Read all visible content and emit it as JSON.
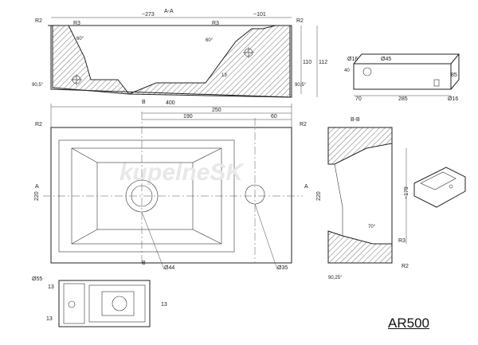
{
  "model": "AR500",
  "watermark": "kupelneSK",
  "section_aa": {
    "title": "A-A",
    "dims": {
      "r_left": "R2",
      "r3_left": "R3",
      "len_273": "~273",
      "r3_right": "R3",
      "len_101": "~101",
      "r_right": "R2",
      "ang_60_left": "60°",
      "ang_60_right": "60°",
      "h_13": "13",
      "h_110": "110",
      "h_112": "112",
      "ang_90_left": "90,5°",
      "ang_90_right": "90,5°"
    }
  },
  "side_small": {
    "d16": "Ø16",
    "d45": "Ø45",
    "h40": "40",
    "h85": "85",
    "w70": "70",
    "w285": "285",
    "d16_b": "Ø16"
  },
  "plan": {
    "w400": "400",
    "w250": "250",
    "w190": "190",
    "w60": "60",
    "r_tl": "R2",
    "r_tr": "R2",
    "h220": "220",
    "h220_r": "220",
    "b_top": "B",
    "b_bot": "B",
    "a_left": "A",
    "a_right": "A",
    "d44": "Ø44",
    "d35": "Ø35"
  },
  "section_bb": {
    "title": "B-B",
    "h179": "~179",
    "ang70": "70°",
    "r3": "R3",
    "r2": "R2",
    "ang90": "90,25°"
  },
  "bottom_view": {
    "d55": "Ø55",
    "m13_a": "13",
    "m13_b": "13",
    "m13_c": "13"
  }
}
